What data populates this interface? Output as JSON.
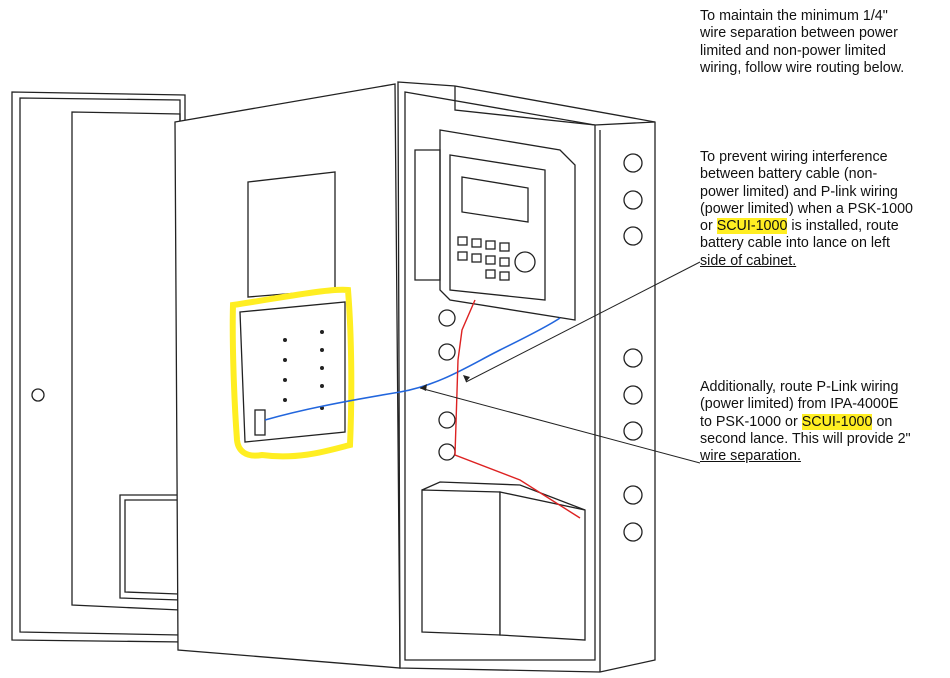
{
  "notes": {
    "note1": {
      "lines": [
        "To maintain the minimum 1/4\"",
        "wire separation between power",
        "limited and non-power limited",
        "wiring, follow wire routing below."
      ]
    },
    "note2": {
      "line1": "To prevent wiring interference",
      "line2": "between battery cable (non-",
      "line3": "power limited) and P-link wiring",
      "line4": "(power limited) when a PSK-1000",
      "line5_pre": "or ",
      "line5_hl": "SCUI-1000",
      "line5_post": " is installed, route",
      "line6": "battery cable into lance on left",
      "line7": "side of cabinet."
    },
    "note3": {
      "line1": "Additionally, route P-Link wiring",
      "line2": "(power limited) from IPA-4000E",
      "line3_pre": "to PSK-1000 or ",
      "line3_hl": "SCUI-1000",
      "line3_post": " on",
      "line4": "second lance. This will provide 2\"",
      "line5": "wire separation."
    }
  },
  "colors": {
    "highlight": "#ffee22",
    "p_link_wire": "#2266dd",
    "battery_wire": "#dd2222",
    "outline": "#222222"
  }
}
